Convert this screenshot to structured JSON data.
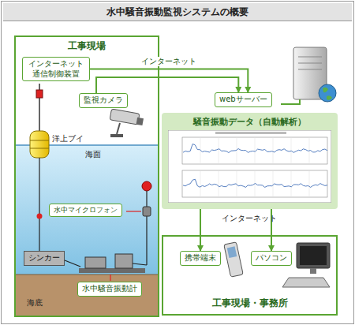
{
  "diagram": {
    "title": "水中騒音振動監視システムの概要",
    "nodes": [
      {
        "text": [
          "工事現場"
        ]
      },
      {
        "text": [
          "インターネット 通信制御装置"
        ],
        "in": 0
      },
      {
        "text": [
          "監視カメラ"
        ],
        "in": 0
      },
      {
        "text": [
          "水中マイクロフォン"
        ],
        "in": 0
      },
      {
        "text": [
          "シンカー"
        ],
        "in": 0
      },
      {
        "text": [
          "水中騒音振動計"
        ],
        "in": 0
      },
      {
        "text": [
          "webサーバー"
        ]
      },
      {
        "text": [
          "騒音振動データ（自動解析）"
        ]
      },
      {
        "text": [
          "工事現場・事務所"
        ]
      },
      {
        "text": [
          "携帯端末"
        ],
        "in": 8
      },
      {
        "text": [
          "パソコン"
        ],
        "in": 8
      }
    ],
    "edges": [
      {
        "from": 1,
        "to": 6,
        "arrow": "to",
        "label": "インターネット"
      },
      {
        "from": 2,
        "to": 6,
        "arrow": "to"
      },
      {
        "from": 7,
        "to": 9,
        "arrow": "to"
      },
      {
        "from": 7,
        "to": 10,
        "arrow": "to"
      }
    ],
    "labels": [
      "洋上ブイ",
      "海面",
      "海底",
      "インターネット"
    ]
  }
}
